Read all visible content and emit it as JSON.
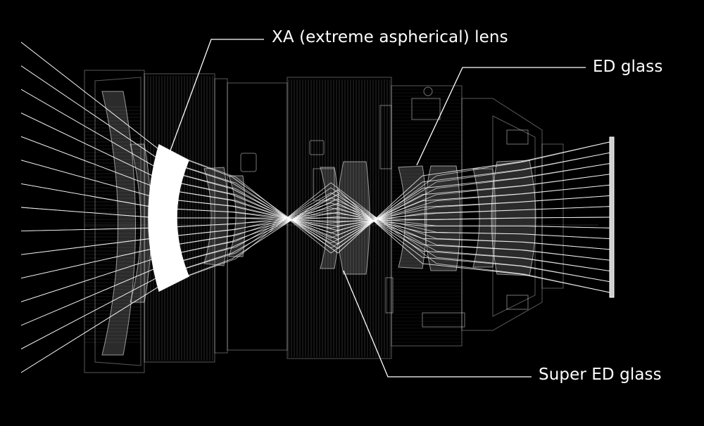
{
  "diagram": {
    "callouts": {
      "xa_lens": "XA (extreme aspherical) lens",
      "ed_glass": "ED glass",
      "super_ed_glass": "Super ED glass"
    },
    "colors": {
      "background": "#000000",
      "line": "#ffffff",
      "highlight_element": "#ffffff"
    }
  }
}
